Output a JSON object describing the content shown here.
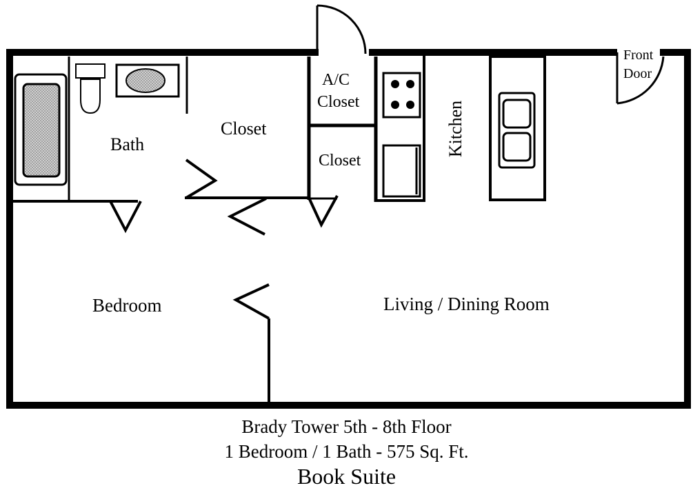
{
  "rooms": {
    "bath": "Bath",
    "closet_main": "Closet",
    "ac_closet_line1": "A/C",
    "ac_closet_line2": "Closet",
    "closet_small": "Closet",
    "kitchen": "Kitchen",
    "bedroom": "Bedroom",
    "living_dining": "Living / Dining Room",
    "front_door_line1": "Front",
    "front_door_line2": "Door"
  },
  "caption": {
    "line1": "Brady Tower 5th - 8th Floor",
    "line2": "1 Bedroom / 1 Bath - 575 Sq. Ft.",
    "line3": "Book Suite"
  },
  "colors": {
    "wall": "#000000",
    "fixture_fill": "#c8c8c8",
    "background": "#ffffff"
  }
}
